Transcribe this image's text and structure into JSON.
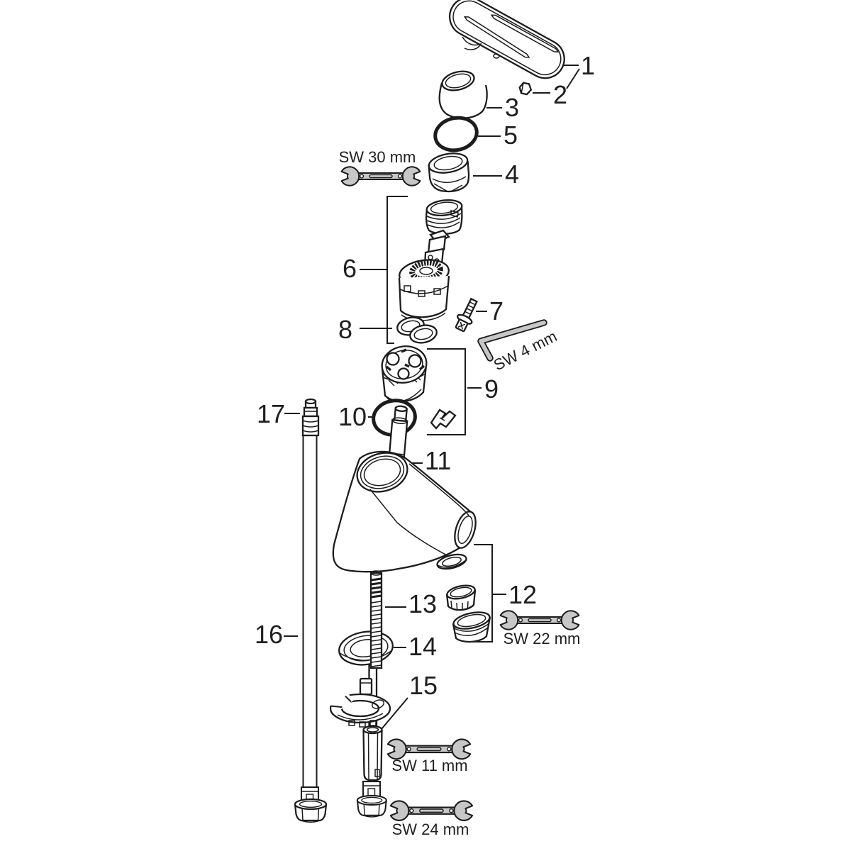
{
  "diagram": {
    "type": "exploded-parts-diagram",
    "background": "#ffffff",
    "colors": {
      "line": "#1c1c1c",
      "tool_fill": "#c7c7c7",
      "text": "#1f1f1f"
    },
    "callouts": {
      "1": {
        "label": "1"
      },
      "2": {
        "label": "2"
      },
      "3": {
        "label": "3"
      },
      "4": {
        "label": "4"
      },
      "5": {
        "label": "5"
      },
      "6": {
        "label": "6"
      },
      "7": {
        "label": "7"
      },
      "8": {
        "label": "8"
      },
      "9": {
        "label": "9"
      },
      "10": {
        "label": "10"
      },
      "11": {
        "label": "11"
      },
      "12": {
        "label": "12"
      },
      "13": {
        "label": "13"
      },
      "14": {
        "label": "14"
      },
      "15": {
        "label": "15"
      },
      "16": {
        "label": "16"
      },
      "17": {
        "label": "17"
      }
    },
    "tools": {
      "sw30": {
        "label": "SW 30 mm",
        "icon": "open-end-wrench-icon"
      },
      "sw4": {
        "label": "SW 4 mm",
        "icon": "hex-key-icon"
      },
      "sw22": {
        "label": "SW 22 mm",
        "icon": "open-end-wrench-icon"
      },
      "sw11": {
        "label": "SW 11 mm",
        "icon": "open-end-wrench-icon"
      },
      "sw24": {
        "label": "SW 24 mm",
        "icon": "open-end-wrench-icon"
      }
    }
  }
}
